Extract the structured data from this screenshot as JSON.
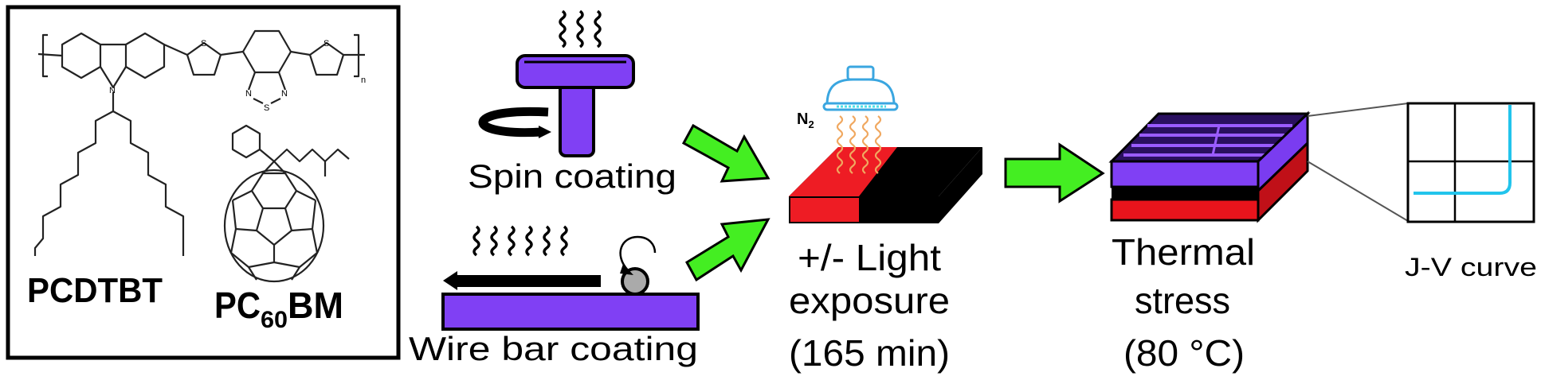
{
  "materials": {
    "polymer_name": "PCDTBT",
    "fullerene_name": {
      "prefix": "PC",
      "subscript": "60",
      "suffix": "BM"
    },
    "atom_labels": {
      "nitrogen": "N",
      "sulfur": "S",
      "repeat": "n"
    }
  },
  "coating": {
    "spin_label": "Spin coating",
    "wirebar_label": "Wire bar coating"
  },
  "light_step": {
    "gas": {
      "symbol": "N",
      "subscript": "2"
    },
    "lines": [
      "+/- Light",
      "exposure",
      "(165 min)"
    ]
  },
  "thermal_step": {
    "lines": [
      "Thermal",
      "stress",
      "(80 °C)"
    ]
  },
  "measurement": {
    "label": "J-V curve"
  },
  "colors": {
    "active_layer": "#8040f4",
    "electrode": "#e8141c",
    "arrow": "#44ee22",
    "jv_curve": "#22c4ec",
    "lamp": "#3aa6e0"
  }
}
